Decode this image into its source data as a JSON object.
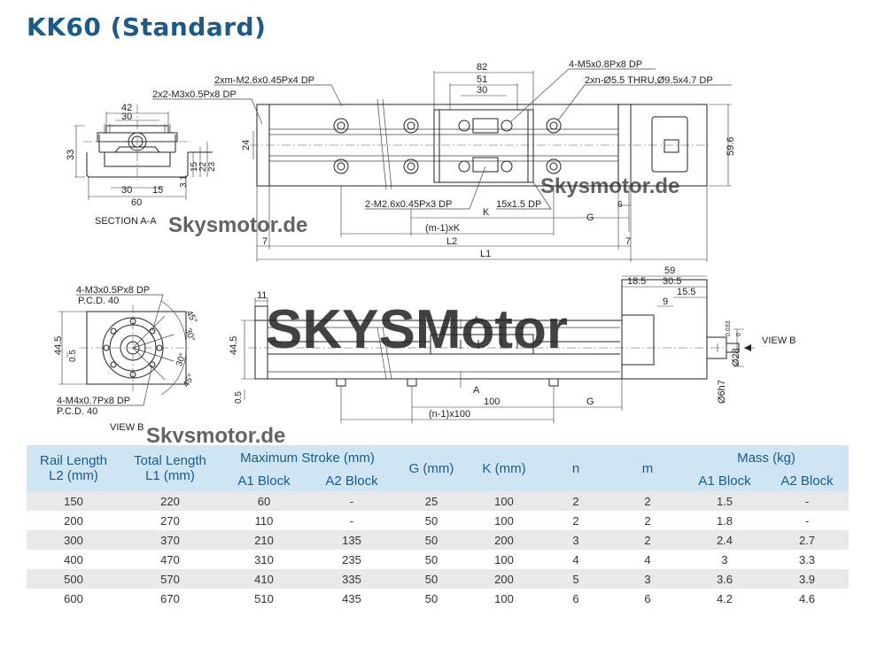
{
  "title": "KK60 (Standard)",
  "watermark": {
    "main": "SKYSMotor",
    "small": "Skysmotor.de"
  },
  "colors": {
    "title": "#1c5a8a",
    "header_bg": "#cfe5f3",
    "row_alt": "#e9e9e9",
    "watermark": "#cfe3ef"
  },
  "section_view": {
    "caption": "SECTION A-A",
    "d42": "42",
    "d30a": "30",
    "d33": "33",
    "d15a": "15",
    "d22": "22",
    "d23": "23",
    "d30b": "30",
    "d15b": "15",
    "d3_1": "3.1",
    "d60": "60"
  },
  "top_view": {
    "label_2xm": "2xm-M2.6x0.45Px4 DP",
    "label_2x2": "2x2-M3x0.5Px8 DP",
    "label_4m5": "4-M5x0.8Px8 DP",
    "label_2xn": "2xn-Ø5.5 THRU,Ø9.5x4.7 DP",
    "d82": "82",
    "d51": "51",
    "d30": "30",
    "d24": "24",
    "d59_6": "59.6",
    "label_2m26": "2-M2.6x0.45Px3 DP",
    "label_15x1_5": "15x1.5 DP",
    "dK": "K",
    "dG": "G",
    "d6": "6",
    "d_m1K": "(m-1)xK",
    "d7a": "7",
    "d7b": "7",
    "dL2": "L2",
    "dL1": "L1"
  },
  "view_b": {
    "label_4m3": "4-M3x0.5Px8 DP",
    "pcd_a": "P.C.D. 40",
    "label_4m4": "4-M4x0.7Px8 DP",
    "pcd_b": "P.C.D. 40",
    "a45a": "45°",
    "a30a": "30°",
    "a30b": "30°",
    "a45b": "45°",
    "d44_5": "44.5",
    "d0_5": "0.5",
    "caption": "VIEW B"
  },
  "side_view": {
    "d11": "11",
    "d44_5": "44.5",
    "d0_5": "0.5",
    "mark_a_top": "A",
    "mark_a_bottom": "A",
    "d100": "100",
    "dG": "G",
    "d_n1_100": "(n-1)x100",
    "d59": "59",
    "d18_5": "18.5",
    "d30_5": "30.5",
    "d15_5": "15.5",
    "d9": "9",
    "d28": "Ø28",
    "d28_tol_upper": "0.033",
    "d28_tol_lower": "0",
    "d6h7": "Ø6h7",
    "view_b_label": "VIEW B"
  },
  "table": {
    "headers": {
      "rail_length": "Rail Length",
      "rail_length_unit": "L2 (mm)",
      "total_length": "Total Length",
      "total_length_unit": "L1 (mm)",
      "max_stroke": "Maximum  Stroke (mm)",
      "a1_block": "A1 Block",
      "a2_block": "A2 Block",
      "g": "G (mm)",
      "k": "K (mm)",
      "n": "n",
      "m": "m",
      "mass": "Mass (kg)",
      "mass_a1": "A1 Block",
      "mass_a2": "A2 Block"
    },
    "rows": [
      [
        "150",
        "220",
        "60",
        "-",
        "25",
        "100",
        "2",
        "2",
        "1.5",
        "-"
      ],
      [
        "200",
        "270",
        "110",
        "-",
        "50",
        "100",
        "2",
        "2",
        "1.8",
        "-"
      ],
      [
        "300",
        "370",
        "210",
        "135",
        "50",
        "200",
        "3",
        "2",
        "2.4",
        "2.7"
      ],
      [
        "400",
        "470",
        "310",
        "235",
        "50",
        "100",
        "4",
        "4",
        "3",
        "3.3"
      ],
      [
        "500",
        "570",
        "410",
        "335",
        "50",
        "200",
        "5",
        "3",
        "3.6",
        "3.9"
      ],
      [
        "600",
        "670",
        "510",
        "435",
        "50",
        "100",
        "6",
        "6",
        "4.2",
        "4.6"
      ]
    ]
  }
}
